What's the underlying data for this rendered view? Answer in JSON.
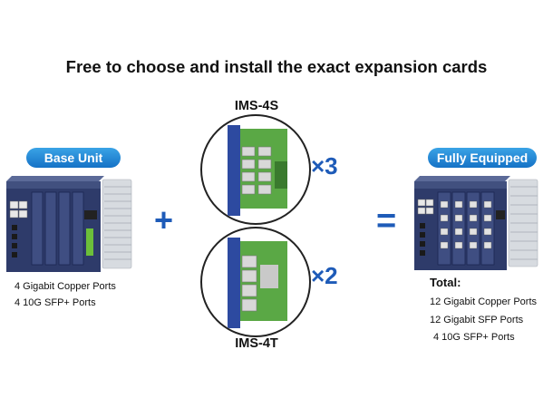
{
  "headline": "Free to choose and install the exact expansion cards",
  "base": {
    "badge": "Base Unit",
    "ports": [
      "4 Gigabit Copper Ports",
      "4 10G SFP+ Ports"
    ]
  },
  "card_sfp": {
    "title": "IMS-4S",
    "multiplier": "×3"
  },
  "card_copper": {
    "title": "IMS-4T",
    "multiplier": "×2"
  },
  "operators": {
    "plus": "+",
    "equals": "="
  },
  "full": {
    "badge": "Fully Equipped",
    "total_label": "Total:",
    "ports": [
      "12 Gigabit Copper Ports",
      "12 Gigabit SFP Ports",
      "4 10G SFP+ Ports"
    ]
  },
  "colors": {
    "accent": "#1e5bb8",
    "badge": "#1a86d9",
    "chassis": "#3b4a7a"
  }
}
